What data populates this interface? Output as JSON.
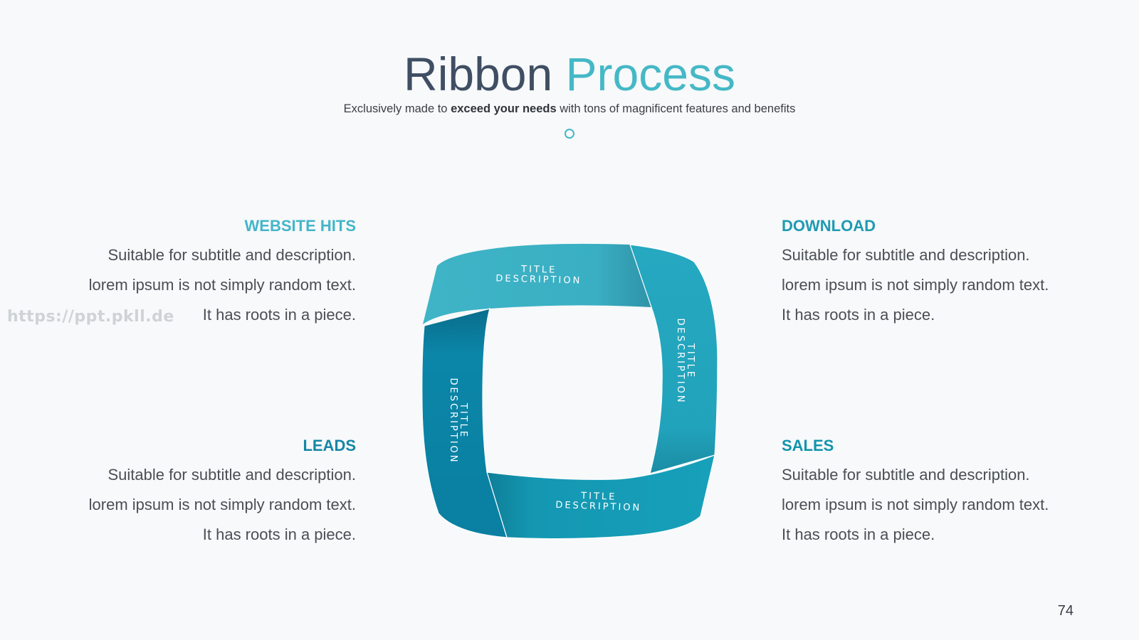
{
  "header": {
    "title_part1": "Ribbon",
    "title_part2": "Process",
    "subtitle_pre": "Exclusively made to ",
    "subtitle_bold": "exceed your needs",
    "subtitle_post": " with tons of magnificent features and benefits"
  },
  "blocks": {
    "website_hits": {
      "title": "WEBSITE HITS",
      "line1": "Suitable for subtitle and description.",
      "line2": "lorem ipsum is not simply random text.",
      "line3": "It has roots in a piece."
    },
    "download": {
      "title": "DOWNLOAD",
      "line1": "Suitable for subtitle and description.",
      "line2": "lorem ipsum is not simply random text.",
      "line3": "It has roots in a piece."
    },
    "leads": {
      "title": "LEADS",
      "line1": "Suitable for subtitle and description.",
      "line2": "lorem ipsum is not simply random text.",
      "line3": "It has roots in a piece."
    },
    "sales": {
      "title": "SALES",
      "line1": "Suitable for subtitle and description.",
      "line2": "lorem ipsum is not simply random text.",
      "line3": "It has roots in a piece."
    }
  },
  "ribbon": {
    "top": {
      "title": "TITLE",
      "desc": "DESCRIPTION"
    },
    "right": {
      "title": "TITLE",
      "desc": "DESCRIPTION"
    },
    "bottom": {
      "title": "TITLE",
      "desc": "DESCRIPTION"
    },
    "left": {
      "title": "TITLE",
      "desc": "DESCRIPTION"
    }
  },
  "colors": {
    "title_dark": "#3f4e63",
    "title_accent": "#45b8c6",
    "ribbon_top": "#3db3c6",
    "ribbon_right": "#21a4bd",
    "ribbon_bottom": "#159ab5",
    "ribbon_left": "#0c85a8"
  },
  "watermark": "https://ppt.pkll.de",
  "page_number": "74"
}
